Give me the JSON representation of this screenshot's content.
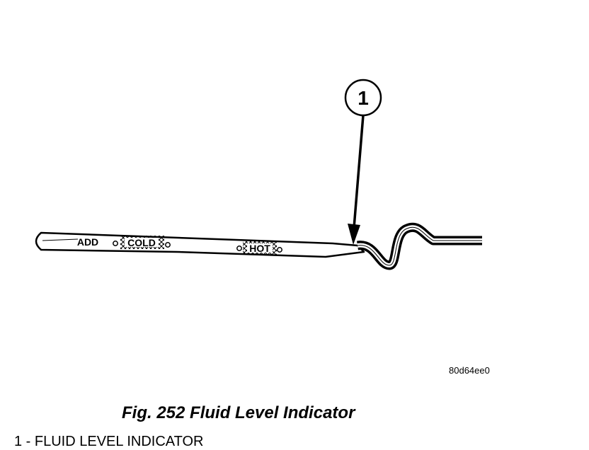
{
  "callout": {
    "number": "1"
  },
  "dipstick": {
    "add_label": "ADD",
    "cold_label": "COLD",
    "hot_label": "HOT"
  },
  "figure": {
    "code": "80d64ee0",
    "caption": "Fig. 252 Fluid Level Indicator"
  },
  "legend": {
    "item_1": "1 - FLUID LEVEL INDICATOR"
  }
}
